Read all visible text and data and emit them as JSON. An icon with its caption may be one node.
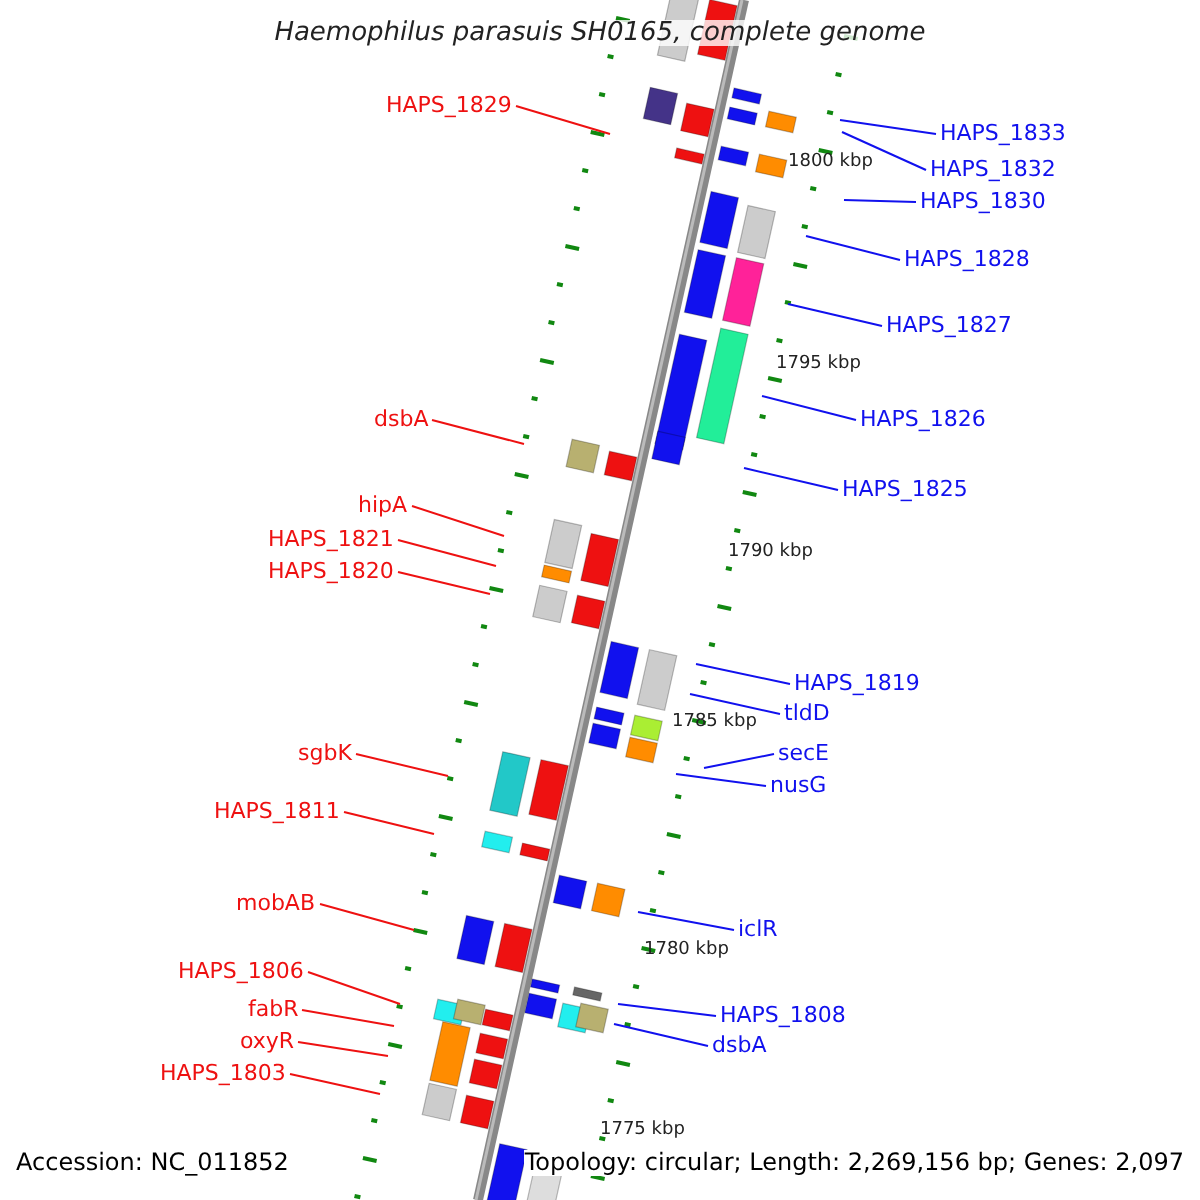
{
  "diagram": {
    "title": "Haemophilus parasuis SH0165, complete genome",
    "nodes": [
      {
        "text": [
          "HAPS_1829"
        ]
      },
      {
        "text": [
          "HAPS_1833"
        ]
      },
      {
        "text": [
          "HAPS_1832"
        ]
      },
      {
        "text": [
          "HAPS_1830"
        ]
      },
      {
        "text": [
          "HAPS_1828"
        ]
      },
      {
        "text": [
          "HAPS_1827"
        ]
      },
      {
        "text": [
          "dsbA"
        ]
      },
      {
        "text": [
          "HAPS_1826"
        ]
      },
      {
        "text": [
          "HAPS_1825"
        ]
      },
      {
        "text": [
          "hipA"
        ]
      },
      {
        "text": [
          "HAPS_1821"
        ]
      },
      {
        "text": [
          "HAPS_1820"
        ]
      },
      {
        "text": [
          "HAPS_1819"
        ]
      },
      {
        "text": [
          "tldD"
        ]
      },
      {
        "text": [
          "secE"
        ]
      },
      {
        "text": [
          "sgbK"
        ]
      },
      {
        "text": [
          "nusG"
        ]
      },
      {
        "text": [
          "HAPS_1811"
        ]
      },
      {
        "text": [
          "mobAB"
        ]
      },
      {
        "text": [
          "iclR"
        ]
      },
      {
        "text": [
          "HAPS_1806"
        ]
      },
      {
        "text": [
          "fabR"
        ]
      },
      {
        "text": [
          "HAPS_1808"
        ]
      },
      {
        "text": [
          "oxyR"
        ]
      },
      {
        "text": [
          "dsbA"
        ]
      },
      {
        "text": [
          "HAPS_1803"
        ]
      }
    ],
    "edges": [
      {
        "from": 0,
        "to": null,
        "arrow": "none",
        "color": "#ee1111"
      },
      {
        "from": 1,
        "to": null,
        "arrow": "none",
        "color": "#1111ee"
      },
      {
        "from": 2,
        "to": null,
        "arrow": "none",
        "color": "#1111ee"
      },
      {
        "from": 3,
        "to": null,
        "arrow": "none",
        "color": "#1111ee"
      },
      {
        "from": 4,
        "to": null,
        "arrow": "none",
        "color": "#1111ee"
      },
      {
        "from": 5,
        "to": null,
        "arrow": "none",
        "color": "#1111ee"
      },
      {
        "from": 6,
        "to": null,
        "arrow": "none",
        "color": "#ee1111"
      },
      {
        "from": 7,
        "to": null,
        "arrow": "none",
        "color": "#1111ee"
      },
      {
        "from": 8,
        "to": null,
        "arrow": "none",
        "color": "#1111ee"
      },
      {
        "from": 9,
        "to": null,
        "arrow": "none",
        "color": "#ee1111"
      },
      {
        "from": 10,
        "to": null,
        "arrow": "none",
        "color": "#ee1111"
      },
      {
        "from": 11,
        "to": null,
        "arrow": "none",
        "color": "#ee1111"
      },
      {
        "from": 12,
        "to": null,
        "arrow": "none",
        "color": "#1111ee"
      },
      {
        "from": 13,
        "to": null,
        "arrow": "none",
        "color": "#1111ee"
      },
      {
        "from": 14,
        "to": null,
        "arrow": "none",
        "color": "#1111ee"
      },
      {
        "from": 15,
        "to": null,
        "arrow": "none",
        "color": "#ee1111"
      },
      {
        "from": 16,
        "to": null,
        "arrow": "none",
        "color": "#1111ee"
      },
      {
        "from": 17,
        "to": null,
        "arrow": "none",
        "color": "#ee1111"
      },
      {
        "from": 18,
        "to": null,
        "arrow": "none",
        "color": "#ee1111"
      },
      {
        "from": 19,
        "to": null,
        "arrow": "none",
        "color": "#1111ee"
      },
      {
        "from": 20,
        "to": null,
        "arrow": "none",
        "color": "#ee1111"
      },
      {
        "from": 21,
        "to": null,
        "arrow": "none",
        "color": "#ee1111"
      },
      {
        "from": 22,
        "to": null,
        "arrow": "none",
        "color": "#1111ee"
      },
      {
        "from": 23,
        "to": null,
        "arrow": "none",
        "color": "#ee1111"
      },
      {
        "from": 24,
        "to": null,
        "arrow": "none",
        "color": "#1111ee"
      },
      {
        "from": 25,
        "to": null,
        "arrow": "none",
        "color": "#ee1111"
      }
    ],
    "labels": [
      "1800 kbp",
      "1795 kbp",
      "1790 kbp",
      "1785 kbp",
      "1780 kbp",
      "1775 kbp",
      "Accession: NC_011852",
      "Topology: circular; Length: 2,269,156 bp; Genes: 2,097"
    ]
  }
}
